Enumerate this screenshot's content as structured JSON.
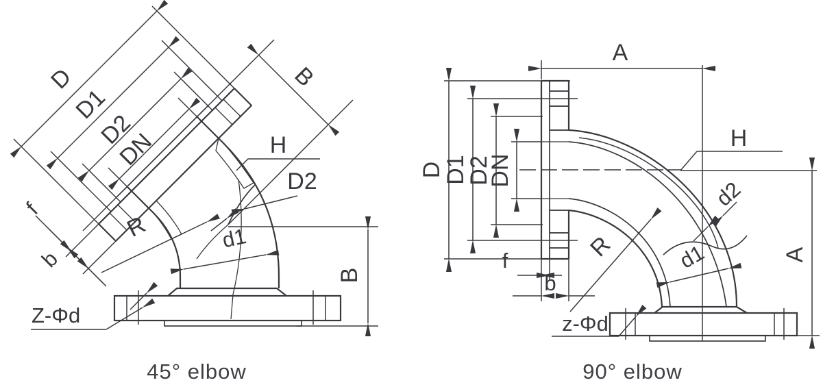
{
  "diagram": {
    "background": "#ffffff",
    "line_color": "#38383e",
    "figures": {
      "elbow45": {
        "caption": "45°  elbow",
        "labels": {
          "D": "D",
          "D1": "D1",
          "D2": "D2",
          "DN": "DN",
          "B_diag": "B",
          "H": "H",
          "D2_leader": "D2",
          "R": "R",
          "d1": "d1",
          "f": "f",
          "b": "b",
          "B_vert": "B",
          "bolt": "Z-Φd"
        }
      },
      "elbow90": {
        "caption": "90°  elbow",
        "labels": {
          "A_top": "A",
          "D": "D",
          "D1": "D1",
          "D2": "D2",
          "DN": "DN",
          "H": "H",
          "d2": "d2",
          "R": "R",
          "d1": "d1",
          "f": "f",
          "b": "b",
          "A_vert": "A",
          "bolt": "z-Φd"
        }
      }
    }
  }
}
